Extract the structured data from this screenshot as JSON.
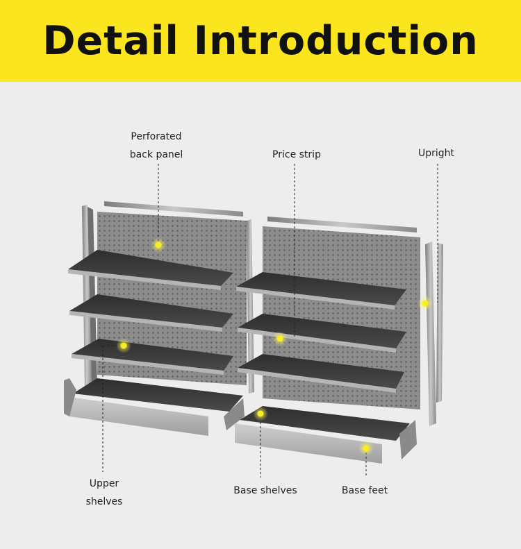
{
  "header": {
    "title": "Detail Introduction"
  },
  "labels": {
    "perforated_1": "Perforated",
    "perforated_2": "back panel",
    "price_strip": "Price strip",
    "upright": "Upright",
    "upper_1": "Upper",
    "upper_2": "shelves",
    "base_shelves": "Base shelves",
    "base_feet": "Base feet"
  },
  "colors": {
    "banner": "#fbe51e",
    "background": "#ededed",
    "marker": "#f7f021",
    "metal": "#9a9a9a",
    "shelf": "#3c3c3c"
  }
}
